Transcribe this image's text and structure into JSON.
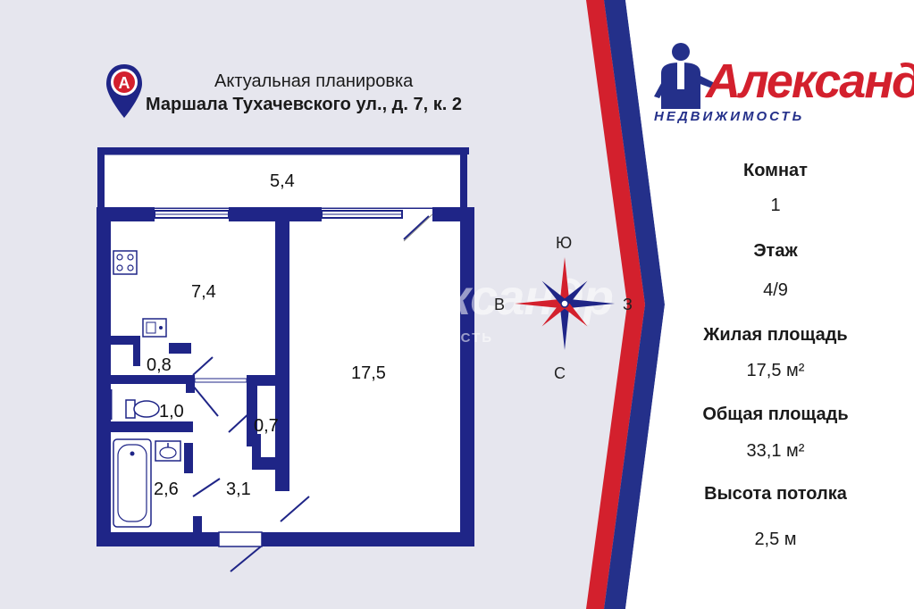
{
  "header": {
    "title": "Актуальная планировка",
    "address": "Маршала Тухачевского ул., д. 7, к. 2"
  },
  "logo": {
    "pin_letter": "A",
    "brand_name": "Александр",
    "brand_sub": "НЕДВИЖИМОСТЬ"
  },
  "watermark": {
    "line1": "Александр",
    "line2": "НЕДВИЖИМОСТЬ"
  },
  "rooms": {
    "balcony": "5,4",
    "kitchen": "7,4",
    "pantry": "0,8",
    "toilet": "1,0",
    "closet": "0,7",
    "bathroom": "2,6",
    "hall": "3,1",
    "living_room": "17,5"
  },
  "compass": {
    "north": "С",
    "south": "Ю",
    "east": "В",
    "west": "З"
  },
  "info": {
    "rooms_label": "Комнат",
    "rooms_value": "1",
    "floor_label": "Этаж",
    "floor_value": "4/9",
    "living_area_label": "Жилая площадь",
    "living_area_value": "17,5 м²",
    "total_area_label": "Общая площадь",
    "total_area_value": "33,1 м²",
    "ceiling_label": "Высота потолка",
    "ceiling_value": "2,5 м"
  },
  "colors": {
    "wall": "#1f2587",
    "accent_red": "#d3202d",
    "band_blue": "#24308a",
    "background": "#e6e6ee",
    "panel": "#ffffff"
  }
}
